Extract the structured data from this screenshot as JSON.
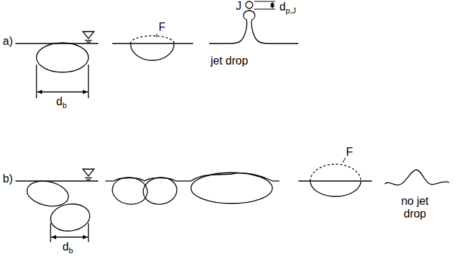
{
  "diagram": {
    "labels": [
      "a)",
      "db",
      "F",
      "J",
      "dp,J",
      "jet drop",
      "b)",
      "db",
      "F",
      "no jet drop"
    ]
  }
}
